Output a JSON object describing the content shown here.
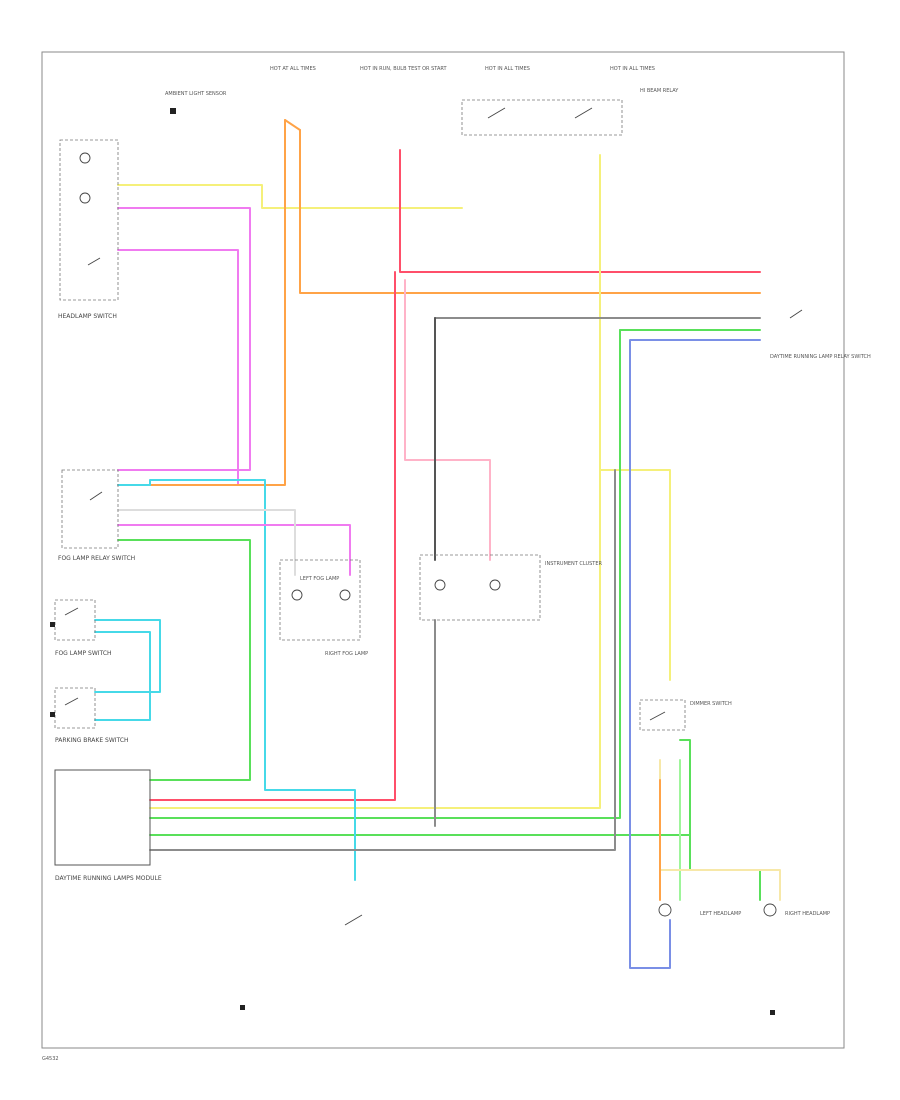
{
  "colors": {
    "frame": "#8a8a8a",
    "yellow": "#f5f07a",
    "pink": "#f07bf0",
    "orange": "#ffa347",
    "red": "#ff4f6a",
    "green": "#59e05a",
    "cyan": "#46d9e8",
    "light_pink": "#ffb3c8",
    "blue": "#7a8fe6",
    "gray": "#8c8c8c",
    "dark_gray": "#555555",
    "light_green": "#9ef59a",
    "light_yellow": "#f7e8a8"
  },
  "labels": {
    "top_fuse_left": "HOT AT ALL TIMES",
    "top_fuse_mid": "HOT IN RUN, BULB TEST OR START",
    "top_fuse_right_a": "HOT IN ALL TIMES",
    "top_fuse_right_b": "HOT IN ALL TIMES",
    "headlamp_switch": "HEADLAMP SWITCH",
    "fog_lamp_switch": "FOG LAMP SWITCH",
    "fog_lamp_relay": "FOG LAMP RELAY SWITCH",
    "hi_beam_relay": "HI BEAM RELAY",
    "instrument_cluster": "INSTRUMENT CLUSTER",
    "daytime_running_relay": "DAYTIME RUNNING LAMP RELAY SWITCH",
    "ambient_light_sensor": "AMBIENT LIGHT SENSOR",
    "dimmer_switch": "DIMMER SWITCH",
    "drl_module": "DAYTIME RUNNING LAMPS MODULE",
    "left_fog": "LEFT FOG LAMP",
    "right_fog": "RIGHT FOG LAMP",
    "left_headlamp": "LEFT HEADLAMP",
    "right_headlamp": "RIGHT HEADLAMP",
    "parking_brake_switch": "PARKING BRAKE SWITCH",
    "footer": "G4532"
  }
}
